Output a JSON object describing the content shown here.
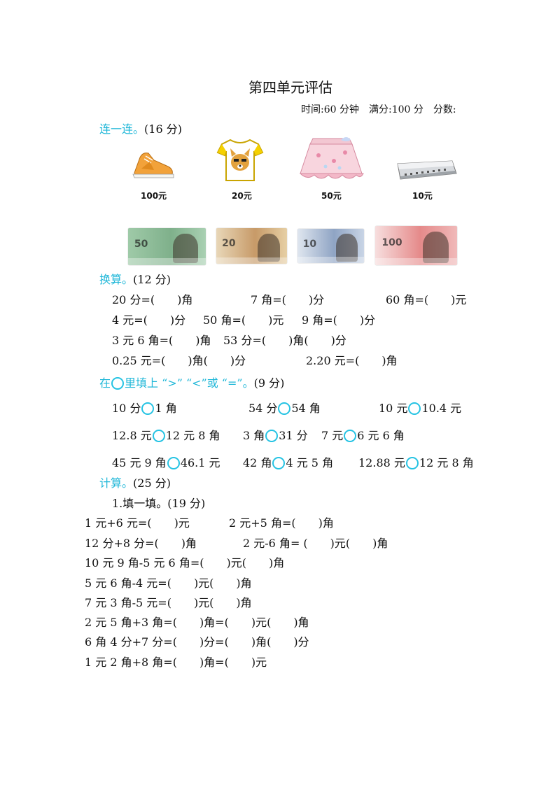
{
  "title": "第四单元评估",
  "meta": "时间:60 分钟　满分:100 分　分数:",
  "section1": {
    "heading": "连一连。",
    "points": "(16 分)"
  },
  "items": [
    {
      "icon": "shoes-icon",
      "price": "100元"
    },
    {
      "icon": "tshirt-icon",
      "price": "20元"
    },
    {
      "icon": "skirt-icon",
      "price": "50元"
    },
    {
      "icon": "harmonica-icon",
      "price": "10元"
    }
  ],
  "banknotes": [
    {
      "icon": "banknote-50-icon",
      "value": "50",
      "color": "#8fbf9a"
    },
    {
      "icon": "banknote-20-icon",
      "value": "20",
      "color": "#c49a6c"
    },
    {
      "icon": "banknote-10-icon",
      "value": "10",
      "color": "#8fa4c4"
    },
    {
      "icon": "banknote-100-icon",
      "value": "100",
      "color": "#e58a8a"
    }
  ],
  "section2": {
    "heading": "换算。",
    "points": "(12 分)",
    "lines": [
      [
        "20 分=(　　)角",
        "7 角=(　　)分",
        "60 角=(　　)元"
      ],
      [
        "4 元=(　　)分",
        "50 角=(　　)元",
        "9 角=(　　)分"
      ],
      [
        "3 元 6 角=(　　)角",
        "53 分=(　　)角(　　)分"
      ],
      [
        "0.25 元=(　　)角(　　)分",
        "2.20 元=(　　)角"
      ]
    ]
  },
  "section3": {
    "heading": "在",
    "heading_after": "里填上 “>” “<”或 “=”。",
    "points": "(9 分)",
    "rows": [
      [
        {
          "left": "10 分",
          "right": "1 角"
        },
        {
          "left": "54 分",
          "right": "54 角"
        },
        {
          "left": "10 元",
          "right": "10.4 元"
        }
      ],
      [
        {
          "left": "12.8 元",
          "right": "12 元 8 角"
        },
        {
          "left": "3 角",
          "right": "31 分"
        },
        {
          "left": "7 元",
          "right": "6 元 6 角"
        }
      ],
      [
        {
          "left": "45 元 9 角",
          "right": "46.1 元"
        },
        {
          "left": "42 角",
          "right": "4 元 5 角"
        },
        {
          "left": "12.88 元",
          "right": "12 元 8 角"
        }
      ]
    ]
  },
  "section4": {
    "heading": "计算。",
    "points": "(25 分)",
    "sub1": "1.填一填。(19 分)",
    "lines": [
      [
        "1 元+6 元=(　　)元",
        "2 元+5 角=(　　)角"
      ],
      [
        "12 分+8 分=(　　)角",
        "2 元-6 角= (　　)元(　　)角"
      ],
      [
        "10 元 9 角-5 元 6 角=(　　)元(　　)角"
      ],
      [
        "5 元 6 角-4 元=(　　)元(　　)角"
      ],
      [
        "7 元 3 角-5 元=(　　)元(　　)角"
      ],
      [
        "2 元 5 角+3 角=(　　)角=(　　)元(　　)角"
      ],
      [
        "6 角 4 分+7 分=(　　)分=(　　)角(　　)分"
      ],
      [
        "1 元 2 角+8 角=(　　)角=(　　)元"
      ]
    ]
  },
  "colors": {
    "heading": "#1fb7d8",
    "circle": "#25c3e3"
  }
}
